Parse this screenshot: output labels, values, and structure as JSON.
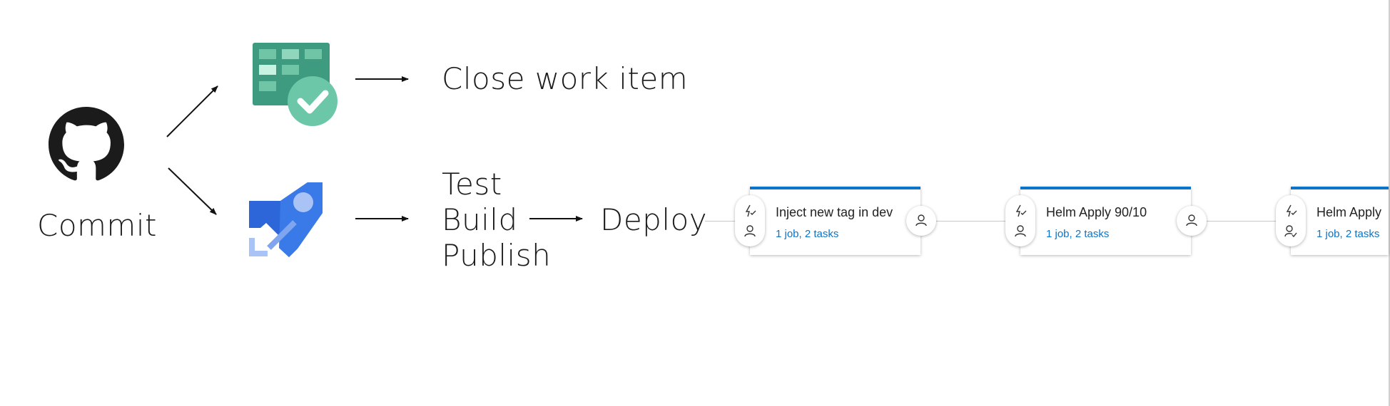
{
  "labels": {
    "commit": "Commit",
    "close_work_item": "Close work item",
    "test": "Test",
    "build": "Build",
    "publish": "Publish",
    "deploy": "Deploy"
  },
  "stages": [
    {
      "name": "Inject new tag in dev",
      "meta": "1 job, 2 tasks"
    },
    {
      "name": "Helm Apply 90/10",
      "meta": "1 job, 2 tasks"
    },
    {
      "name": "Helm Apply",
      "meta": "1 job, 2 tasks"
    }
  ],
  "colors": {
    "stage_accent": "#0b74c8",
    "boards_green": "#3f9b7f",
    "pipelines_blue": "#2d66d9",
    "github_black": "#1b1b1b"
  }
}
